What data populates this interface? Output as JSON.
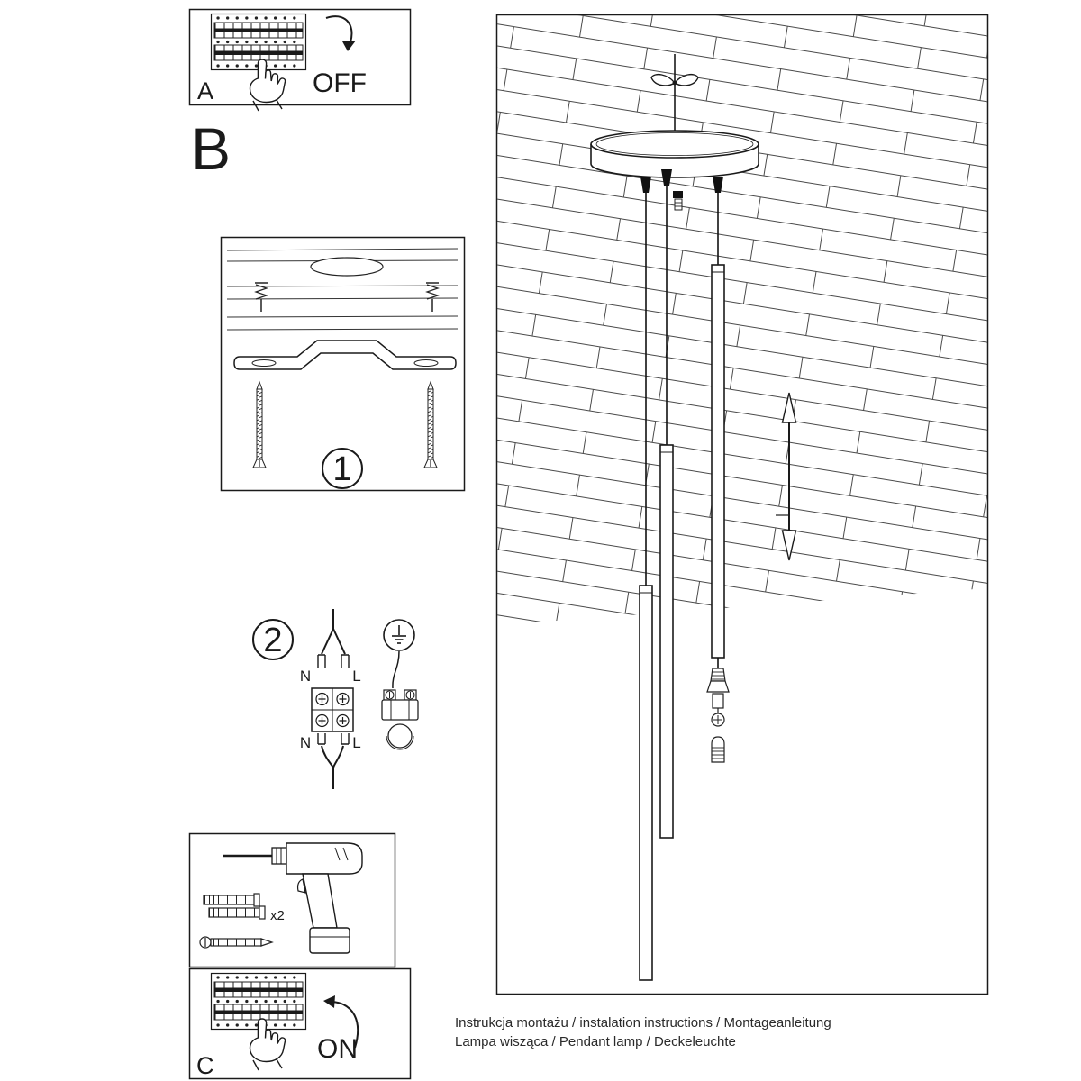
{
  "page": {
    "background": "#ffffff",
    "ink": "#1a1a1a"
  },
  "panel_a": {
    "label": "A",
    "breaker_state": "OFF"
  },
  "section_b": {
    "label": "B"
  },
  "step_1": {
    "number": "1"
  },
  "step_2": {
    "number": "2",
    "neutral_top": "N",
    "line_top": "L",
    "neutral_bottom": "N",
    "line_bottom": "L"
  },
  "tools": {
    "dowel_count": "x2"
  },
  "panel_c": {
    "label": "C",
    "breaker_state": "ON"
  },
  "footer": {
    "line1": "Instrukcja montażu / instalation instructions / Montageanleitung",
    "line2": "Lampa wisząca / Pendant lamp / Deckeleuchte"
  },
  "icons": {
    "pointing_hand": "☝",
    "flip_down_arrow": "⤵",
    "flip_up_arrow": "⤴",
    "ground_symbol": "⏚",
    "height_adjust": "↕"
  }
}
